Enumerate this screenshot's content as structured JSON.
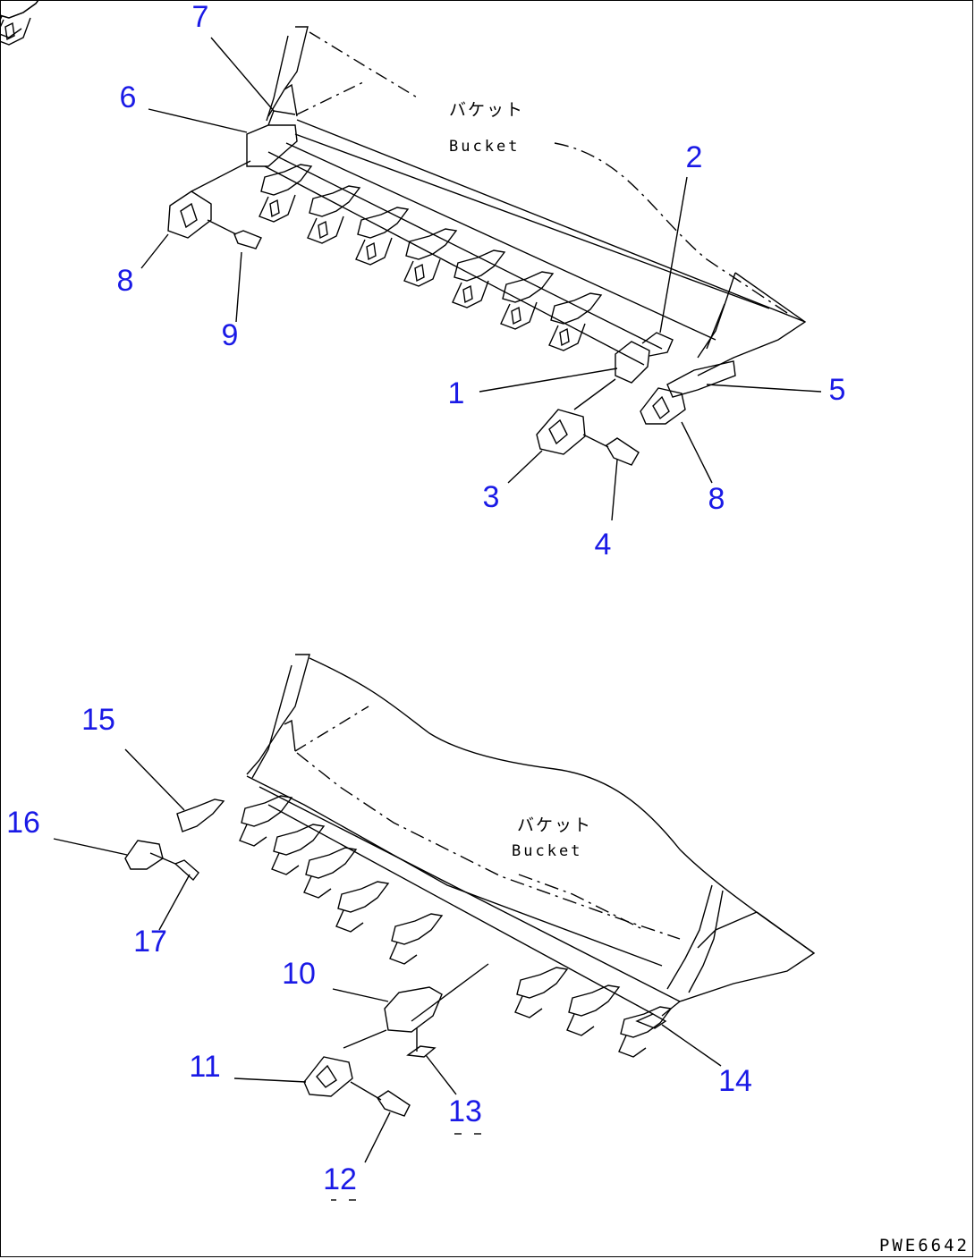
{
  "bucket_top": {
    "label_jp": "バケット",
    "label_en": "Bucket"
  },
  "bucket_bottom": {
    "label_jp": "バケット",
    "label_en": "Bucket"
  },
  "callouts_top": [
    "1",
    "2",
    "3",
    "4",
    "5",
    "6",
    "7",
    "8",
    "8",
    "9"
  ],
  "callouts_bottom": [
    "10",
    "11",
    "12",
    "13",
    "14",
    "15",
    "16",
    "17"
  ],
  "drawing_code": "PWE6642",
  "colors": {
    "callout": "#1a1ae6",
    "line": "#000000"
  }
}
